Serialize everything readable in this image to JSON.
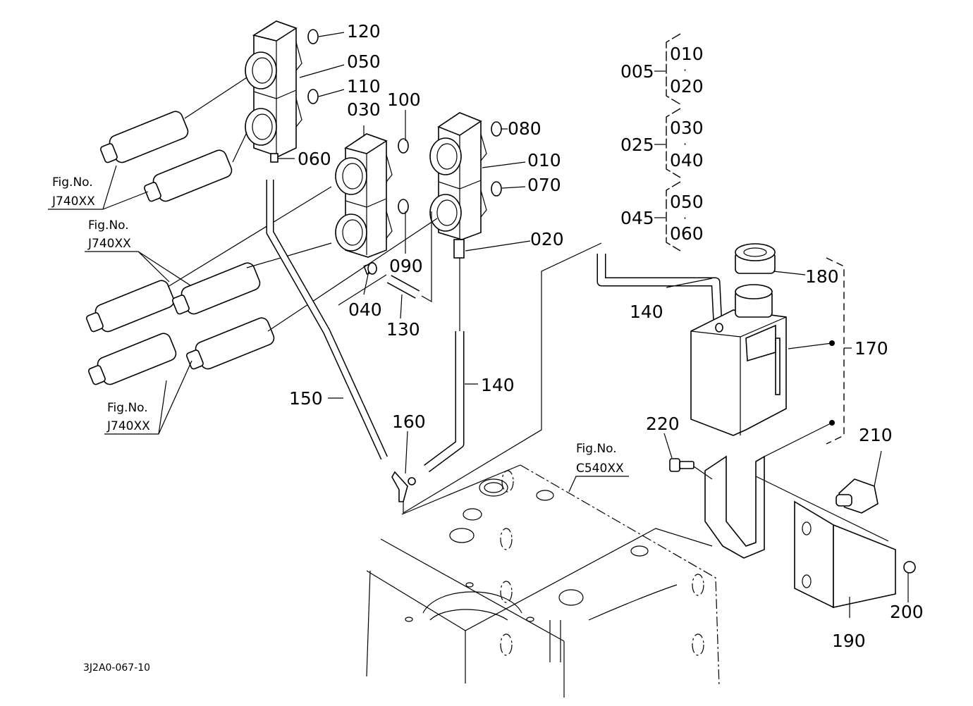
{
  "diagram": {
    "type": "exploded-parts-diagram",
    "drawing_code": "3J2A0-067-10",
    "fig_refs": {
      "j740_a": {
        "line1": "Fig.No.",
        "line2": "J740XX"
      },
      "j740_b": {
        "line1": "Fig.No.",
        "line2": "J740XX"
      },
      "j740_c": {
        "line1": "Fig.No.",
        "line2": "J740XX"
      },
      "c540": {
        "line1": "Fig.No.",
        "line2": "C540XX"
      }
    },
    "parts": {
      "p010": "010",
      "p020": "020",
      "p030": "030",
      "p040": "040",
      "p050": "050",
      "p060": "060",
      "p070": "070",
      "p080": "080",
      "p090": "090",
      "p100": "100",
      "p110": "110",
      "p120": "120",
      "p130": "130",
      "p140a": "140",
      "p140b": "140",
      "p150": "150",
      "p160": "160",
      "p170": "170",
      "p180": "180",
      "p190": "190",
      "p200": "200",
      "p210": "210",
      "p220": "220"
    },
    "assemblies": [
      {
        "id": "005",
        "components": [
          "010",
          "020"
        ],
        "separator": "·"
      },
      {
        "id": "025",
        "components": [
          "030",
          "040"
        ],
        "separator": "·"
      },
      {
        "id": "045",
        "components": [
          "050",
          "060"
        ],
        "separator": "·"
      }
    ]
  }
}
